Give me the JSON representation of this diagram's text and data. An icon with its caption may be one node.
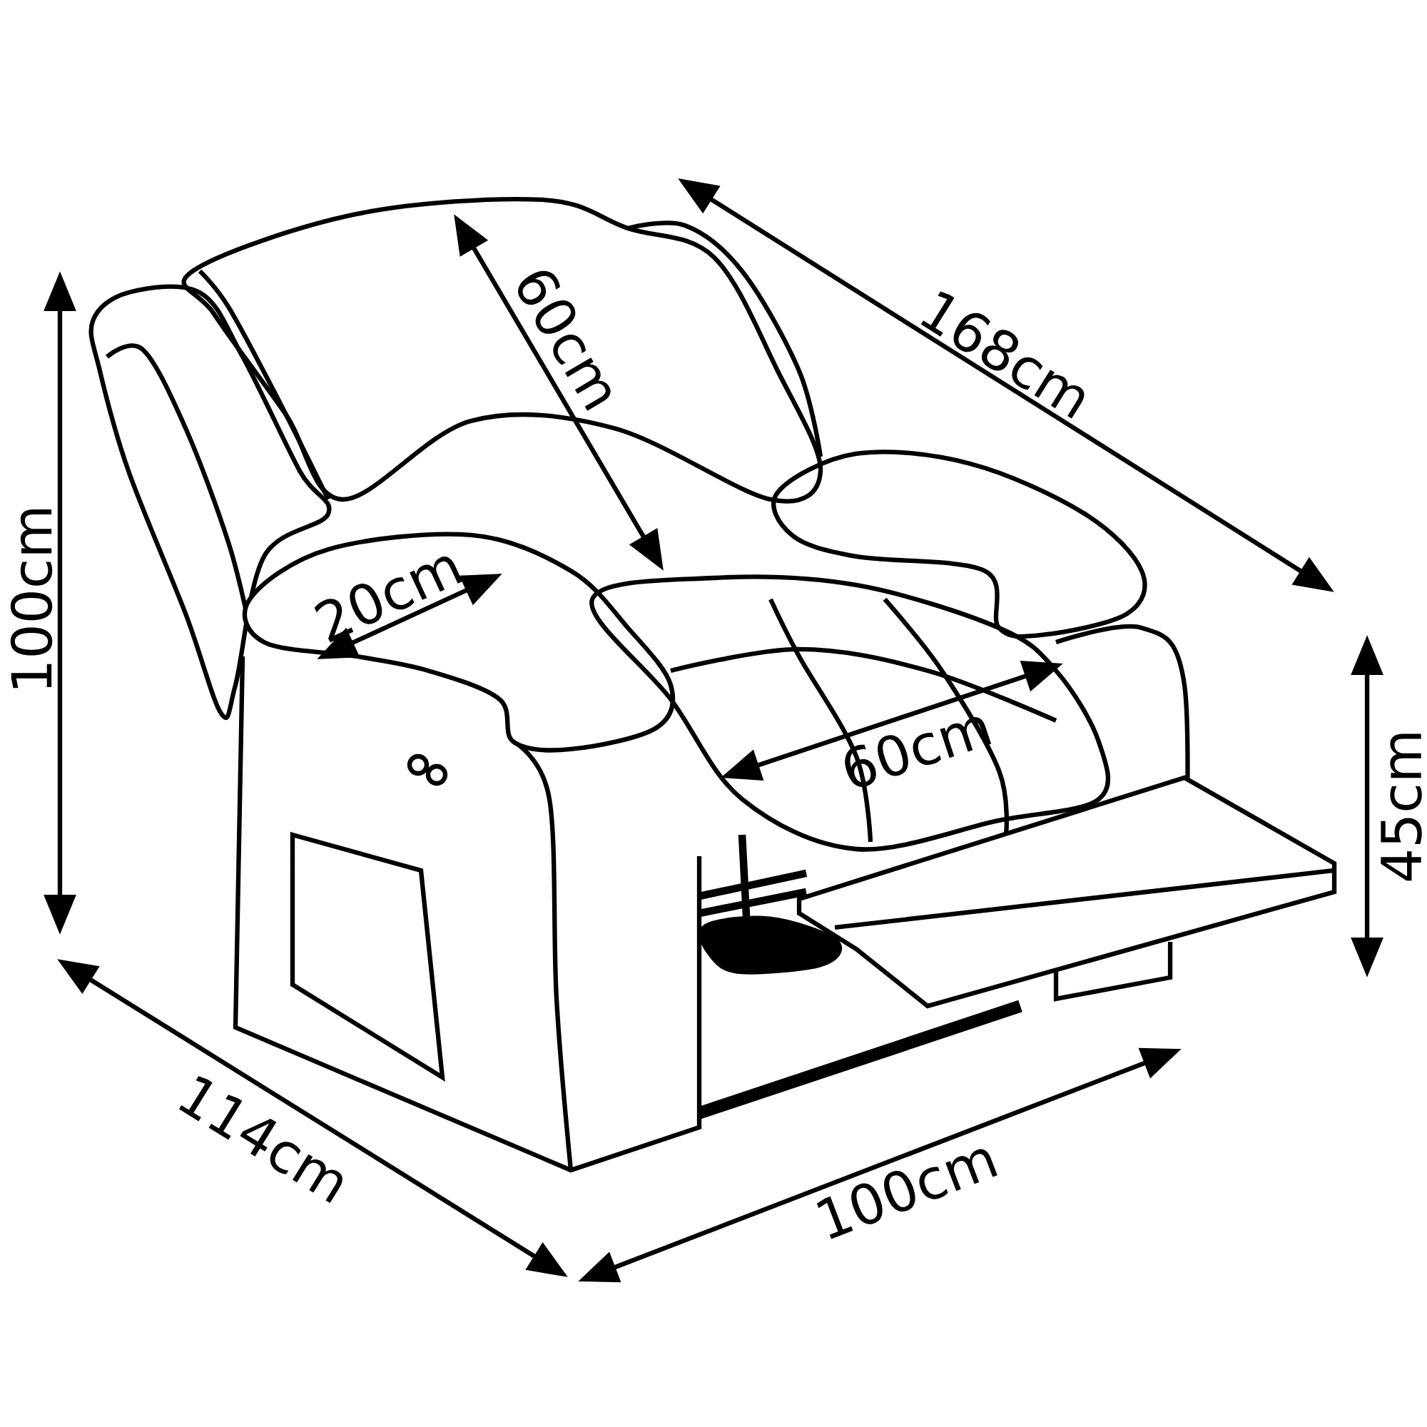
{
  "diagram": {
    "labels": [
      "60cm",
      "168cm",
      "100cm",
      "20cm",
      "60cm",
      "45cm",
      "114cm",
      "100cm"
    ]
  }
}
